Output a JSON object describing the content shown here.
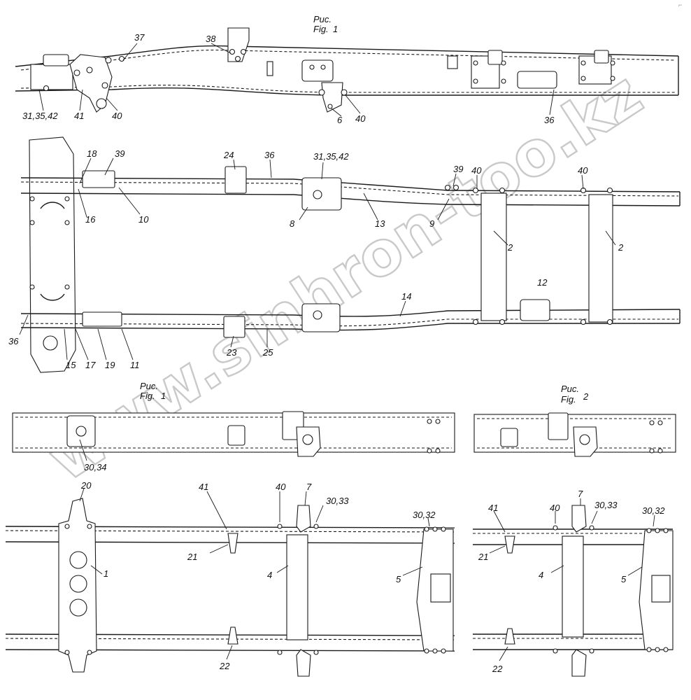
{
  "figure_titles": {
    "fig1_top": {
      "ru": "Рис.",
      "en": "Fig.",
      "num": "1"
    },
    "fig1_mid": {
      "ru": "Рис.",
      "en": "Fig.",
      "num": "1"
    },
    "fig2": {
      "ru": "Рис.",
      "en": "Fig.",
      "num": "2"
    }
  },
  "watermark": "www.sinhron-too.kz",
  "corner_mark": "⌐",
  "labels": {
    "l37": "37",
    "l38": "38",
    "l31_35_42_top": "31,35,42",
    "l41_top": "41",
    "l40_top_a": "40",
    "l6": "6",
    "l40_top_b": "40",
    "l36_top": "36",
    "l18": "18",
    "l39_a": "39",
    "l24": "24",
    "l36_b": "36",
    "l31_35_42_b": "31,35,42",
    "l39_b": "39",
    "l40_b": "40",
    "l40_c": "40",
    "l16": "16",
    "l10": "10",
    "l8": "8",
    "l13": "13",
    "l9": "9",
    "l2_a": "2",
    "l2_b": "2",
    "l12": "12",
    "l14": "14",
    "l36_c": "36",
    "l15": "15",
    "l17": "17",
    "l19": "19",
    "l11": "11",
    "l23": "23",
    "l25": "25",
    "l30_34": "30,34",
    "l20": "20",
    "l41_c": "41",
    "l40_d": "40",
    "l7_a": "7",
    "l30_33_a": "30,33",
    "l30_32_a": "30,32",
    "l1": "1",
    "l21_a": "21",
    "l4_a": "4",
    "l5_a": "5",
    "l22_a": "22",
    "l41_d": "41",
    "l40_e": "40",
    "l7_b": "7",
    "l30_33_b": "30,33",
    "l30_32_b": "30,32",
    "l21_b": "21",
    "l4_b": "4",
    "l5_b": "5",
    "l22_b": "22"
  }
}
